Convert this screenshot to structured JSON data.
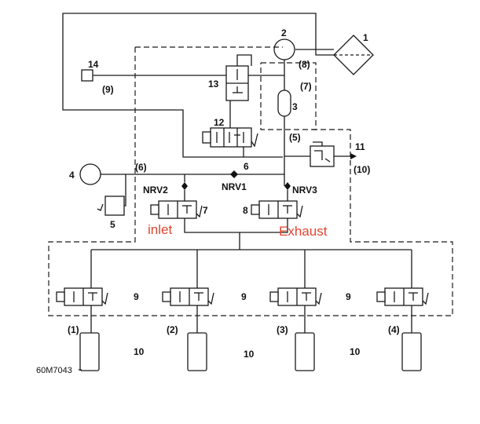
{
  "components": {
    "n1": "1",
    "n2": "2",
    "n3": "3",
    "n4": "4",
    "n5": "5",
    "n6": "6",
    "n7": "7",
    "n8": "8",
    "n11": "11",
    "n12": "12",
    "n13": "13",
    "n14": "14",
    "p6": "(6)",
    "p7": "(7)",
    "p8": "(8)",
    "p9": "(9)",
    "p5": "(5)",
    "p10": "(10)"
  },
  "valves": {
    "nrv1": "NRV1",
    "nrv2": "NRV2",
    "nrv3": "NRV3"
  },
  "annotations": {
    "inlet": "inlet",
    "exhaust": "Exhaust"
  },
  "cylinder_group": {
    "valve_label": "9",
    "ports": [
      "(1)",
      "(2)",
      "(3)",
      "(4)"
    ],
    "chamber_label": "10"
  },
  "drawing_code": "60M7043"
}
